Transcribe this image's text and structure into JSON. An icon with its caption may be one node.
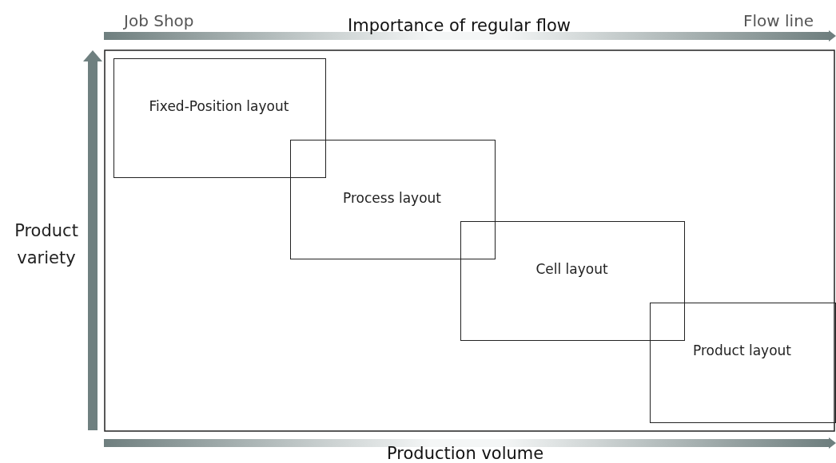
{
  "diagram": {
    "nodes": [
      {
        "text": [
          "Fixed-Position layout"
        ]
      },
      {
        "text": [
          "Process layout"
        ]
      },
      {
        "text": [
          "Cell layout"
        ]
      },
      {
        "text": [
          "Product layout"
        ]
      }
    ],
    "labels": [
      "Job Shop",
      "Importance of regular flow",
      "Flow line",
      "Product variety",
      "Production volume"
    ]
  }
}
